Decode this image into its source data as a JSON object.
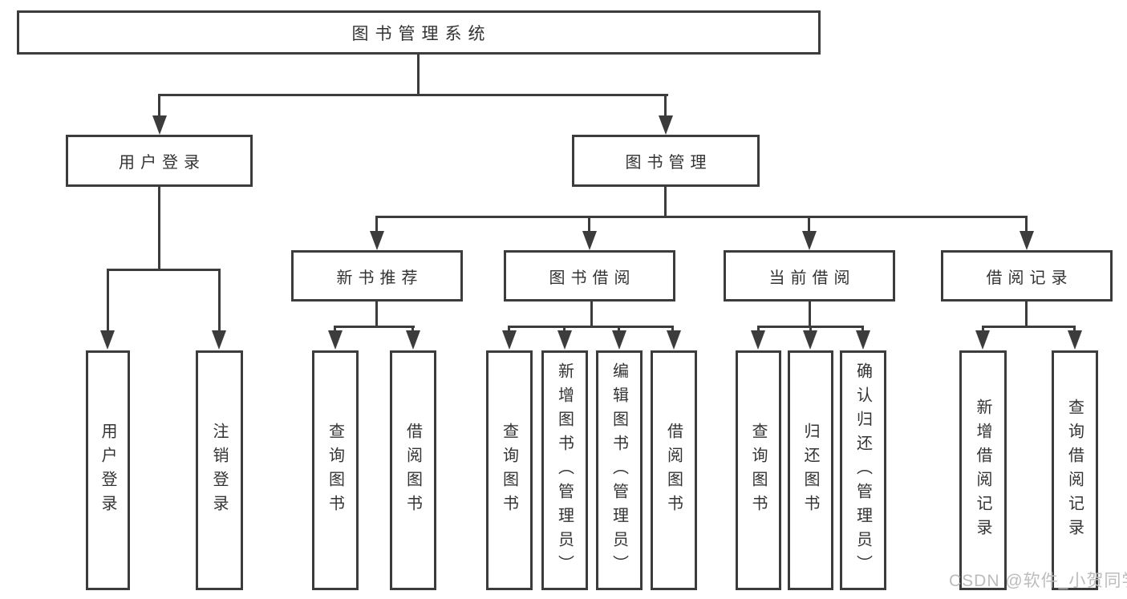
{
  "colors": {
    "line": "#3c3c3c",
    "text": "#333333",
    "background": "#ffffff",
    "watermark": "#bcbcbc"
  },
  "watermark": "CSDN @软件_小贺同学",
  "tree": {
    "root": {
      "label": "图书管理系统",
      "children": [
        {
          "label": "用户登录",
          "children": [
            {
              "label": "用户登录"
            },
            {
              "label": "注销登录"
            }
          ]
        },
        {
          "label": "图书管理",
          "children": [
            {
              "label": "新书推荐",
              "children": [
                {
                  "label": "查询图书"
                },
                {
                  "label": "借阅图书"
                }
              ]
            },
            {
              "label": "图书借阅",
              "children": [
                {
                  "label": "查询图书"
                },
                {
                  "label": "新增图书（管理员）"
                },
                {
                  "label": "编辑图书（管理员）"
                },
                {
                  "label": "借阅图书"
                }
              ]
            },
            {
              "label": "当前借阅",
              "children": [
                {
                  "label": "查询图书"
                },
                {
                  "label": "归还图书"
                },
                {
                  "label": "确认归还（管理员）"
                }
              ]
            },
            {
              "label": "借阅记录",
              "children": [
                {
                  "label": "新增借阅记录"
                },
                {
                  "label": "查询借阅记录"
                }
              ]
            }
          ]
        }
      ]
    }
  }
}
